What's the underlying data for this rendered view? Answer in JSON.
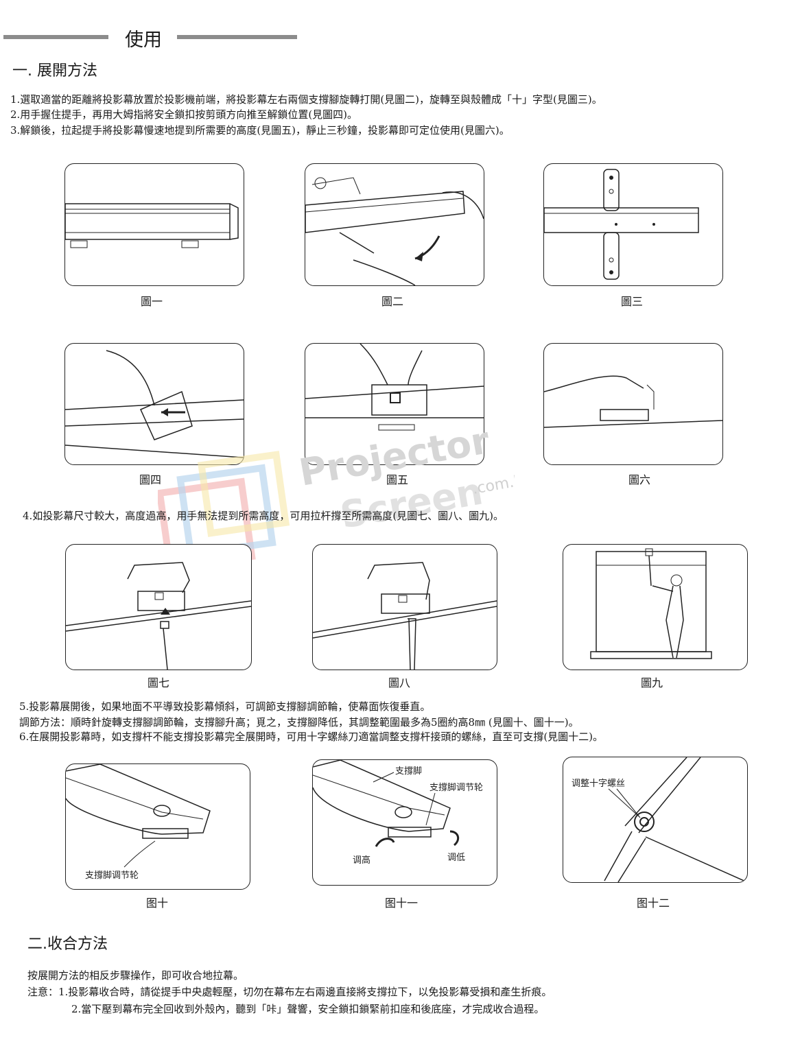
{
  "header": {
    "title": "使用"
  },
  "section1": {
    "heading": "一. 展開方法",
    "steps": [
      "1.選取適當的距離將投影幕放置於投影機前端，將投影幕左右兩個支撐腳旋轉打開(見圖二)，旋轉至與殼體成「十」字型(見圖三)。",
      "2.用手握住提手，再用大姆指將安全鎖扣按剪頭方向推至解鎖位置(見圖四)。",
      "3.解鎖後，拉起提手將投影幕慢速地提到所需要的高度(見圖五)，靜止三秒鐘，投影幕即可定位使用(見圖六)。"
    ],
    "step4": "4.如投影幕尺寸較大，高度過高，用手無法提到所需高度，可用拉杆撐至所需高度(見圖七、圖八、圖九)。",
    "step5": "5.投影幕展開後，如果地面不平導致投影幕傾斜，可調節支撐腳調節輪，使幕面恢復垂直。",
    "adjust": "調節方法：順時針旋轉支撐腳調節輪，支撐腳升高；覓之，支撐腳降低，其調整範圍最多為5圈約高8㎜ (見圖十、圖十一)。",
    "step6": "6.在展開投影幕時，如支撐杆不能支撐投影幕完全展開時，可用十字螺絲刀適當調整支撐杆接頭的螺絲，直至可支撐(見圖十二)。"
  },
  "figures": {
    "f1": "圖一",
    "f2": "圖二",
    "f3": "圖三",
    "f4": "圖四",
    "f5": "圖五",
    "f6": "圖六",
    "f7": "圖七",
    "f8": "圖八",
    "f9": "圖九",
    "f10": "图十",
    "f11": "图十一",
    "f12": "图十二"
  },
  "figure_labels": {
    "f10_wheel": "支撐脚调节轮",
    "f11_foot": "支撐脚",
    "f11_wheel": "支撐脚调节轮",
    "f11_up": "调高",
    "f11_down": "调低",
    "f12_screw": "调整十字螺丝"
  },
  "watermark": {
    "line1": "Projector",
    "line2": "Screen",
    "suffix": ".com.hk"
  },
  "section2": {
    "heading": "二.收合方法",
    "intro": "按展開方法的相反步驟操作，即可收合地拉幕。",
    "note1": "注意：1.投影幕收合時，請從提手中央處輕壓，切勿在幕布左右兩邊直接將支撐拉下，以免投影幕受損和產生折痕。",
    "note2": "2.當下壓到幕布完全回收到外殼內，聽到「咔」聲響，安全鎖扣鎖緊前扣座和後底座，才完成收合過程。"
  }
}
